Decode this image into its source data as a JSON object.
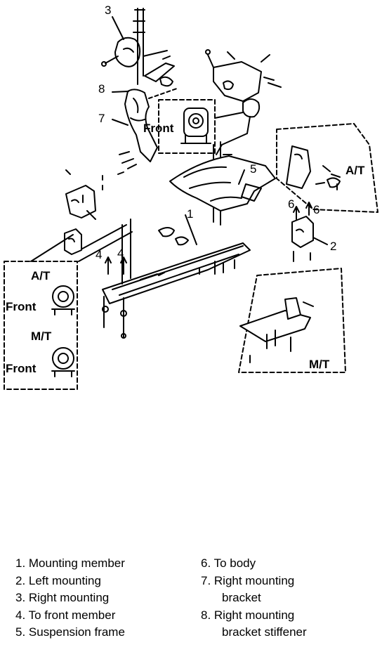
{
  "callouts": {
    "n1": "1",
    "n2": "2",
    "n3": "3",
    "n4a": "4",
    "n4b": "4",
    "n5": "5",
    "n6a": "6",
    "n6b": "6",
    "n7": "7",
    "n8": "8"
  },
  "insets": {
    "right_mount_front": "Front",
    "left_at": "A/T",
    "left_at_front": "Front",
    "left_mt": "M/T",
    "left_mt_front": "Front",
    "right_at": "A/T",
    "bottom_mt": "M/T"
  },
  "legend": {
    "left": [
      "1. Mounting member",
      "2. Left mounting",
      "3. Right mounting",
      "4. To front member",
      "5. Suspension frame"
    ],
    "right": [
      "6. To body",
      "7. Right mounting",
      "bracket",
      "8. Right mounting",
      "bracket stiffener"
    ]
  }
}
